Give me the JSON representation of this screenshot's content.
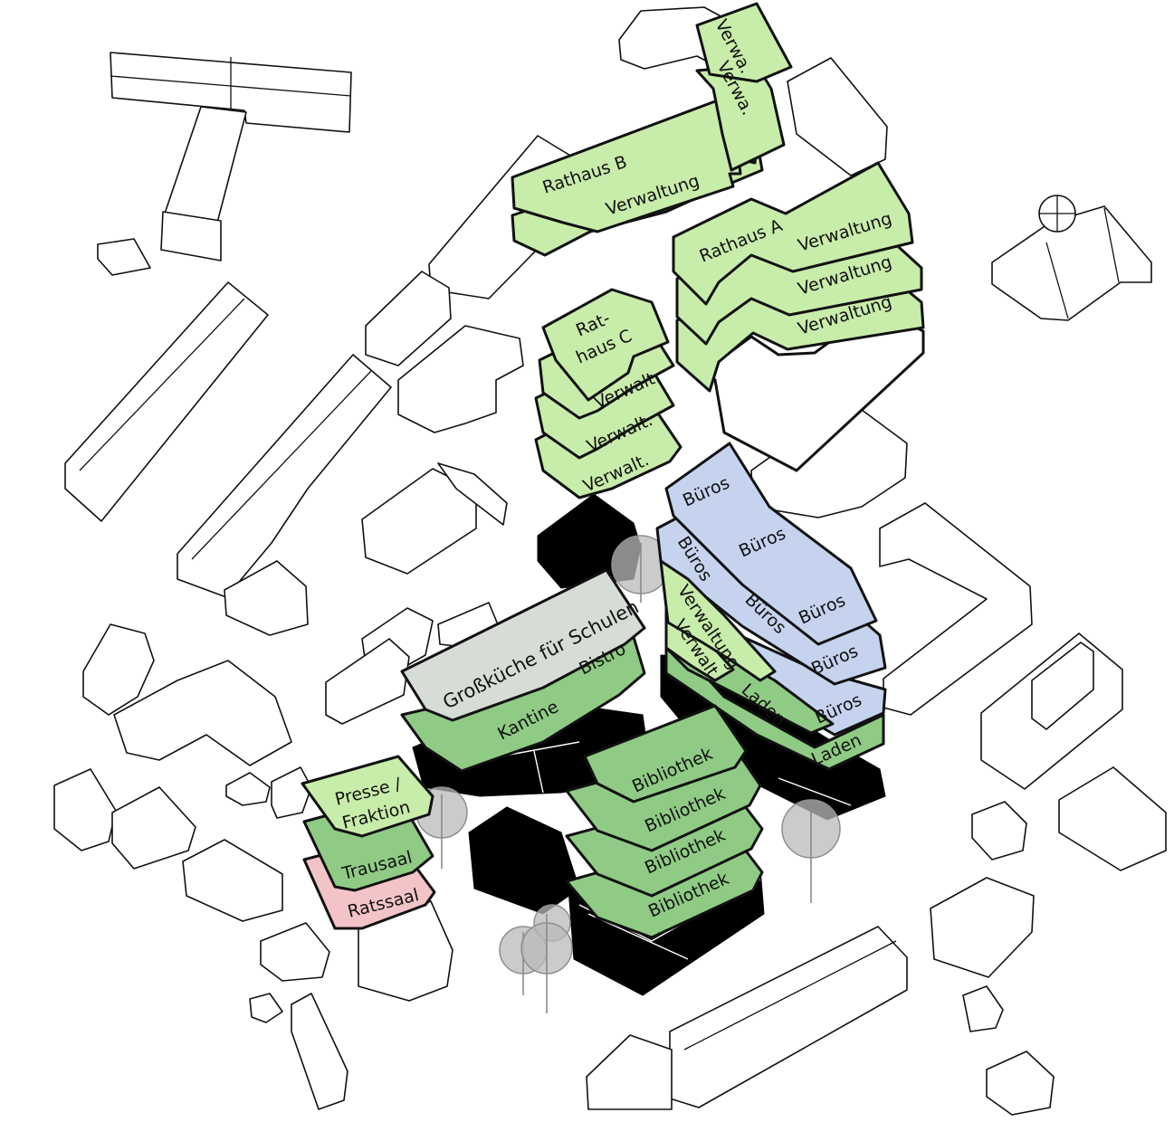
{
  "colors": {
    "administration": "#c8ecaa",
    "public": "#8fcb84",
    "offices": "#c6d3ef",
    "kitchen": "#d6ddd6",
    "council": "#f2c3c7",
    "core": "#000000",
    "context": "#ffffff"
  },
  "labels": {
    "verwa_1": "Verwa.",
    "verwa_2": "Verwa.",
    "rathaus_b": "Rathaus B",
    "verwaltung_b": "Verwaltung",
    "rathaus_a": "Rathaus A",
    "verwaltung_a1": "Verwaltung",
    "verwaltung_a2": "Verwaltung",
    "verwaltung_a3": "Verwaltung",
    "rathaus_c_1": "Rat-",
    "rathaus_c_2": "haus C",
    "verwalt_c1": "Verwalt.",
    "verwalt_c2": "Verwalt.",
    "verwalt_c3": "Verwalt.",
    "bueros_1": "Büros",
    "bueros_2": "Büros",
    "bueros_3": "Büros",
    "bueros_4": "Büros",
    "bueros_5": "Büros",
    "bueros_6": "Büros",
    "bueros_7": "Büros",
    "verwaltung_d": "Verwaltung",
    "verwalt_d": "Verwalt.",
    "laden_1": "Laden",
    "laden_2": "Laden",
    "grosskueche": "Großküche für Schulen",
    "bistro": "Bistro",
    "kantine": "Kantine",
    "bibliothek_1": "Bibliothek",
    "bibliothek_2": "Bibliothek",
    "bibliothek_3": "Bibliothek",
    "bibliothek_4": "Bibliothek",
    "presse_1": "Presse /",
    "presse_2": "Fraktion",
    "trausaal": "Trausaal",
    "ratssaal": "Ratssaal"
  }
}
